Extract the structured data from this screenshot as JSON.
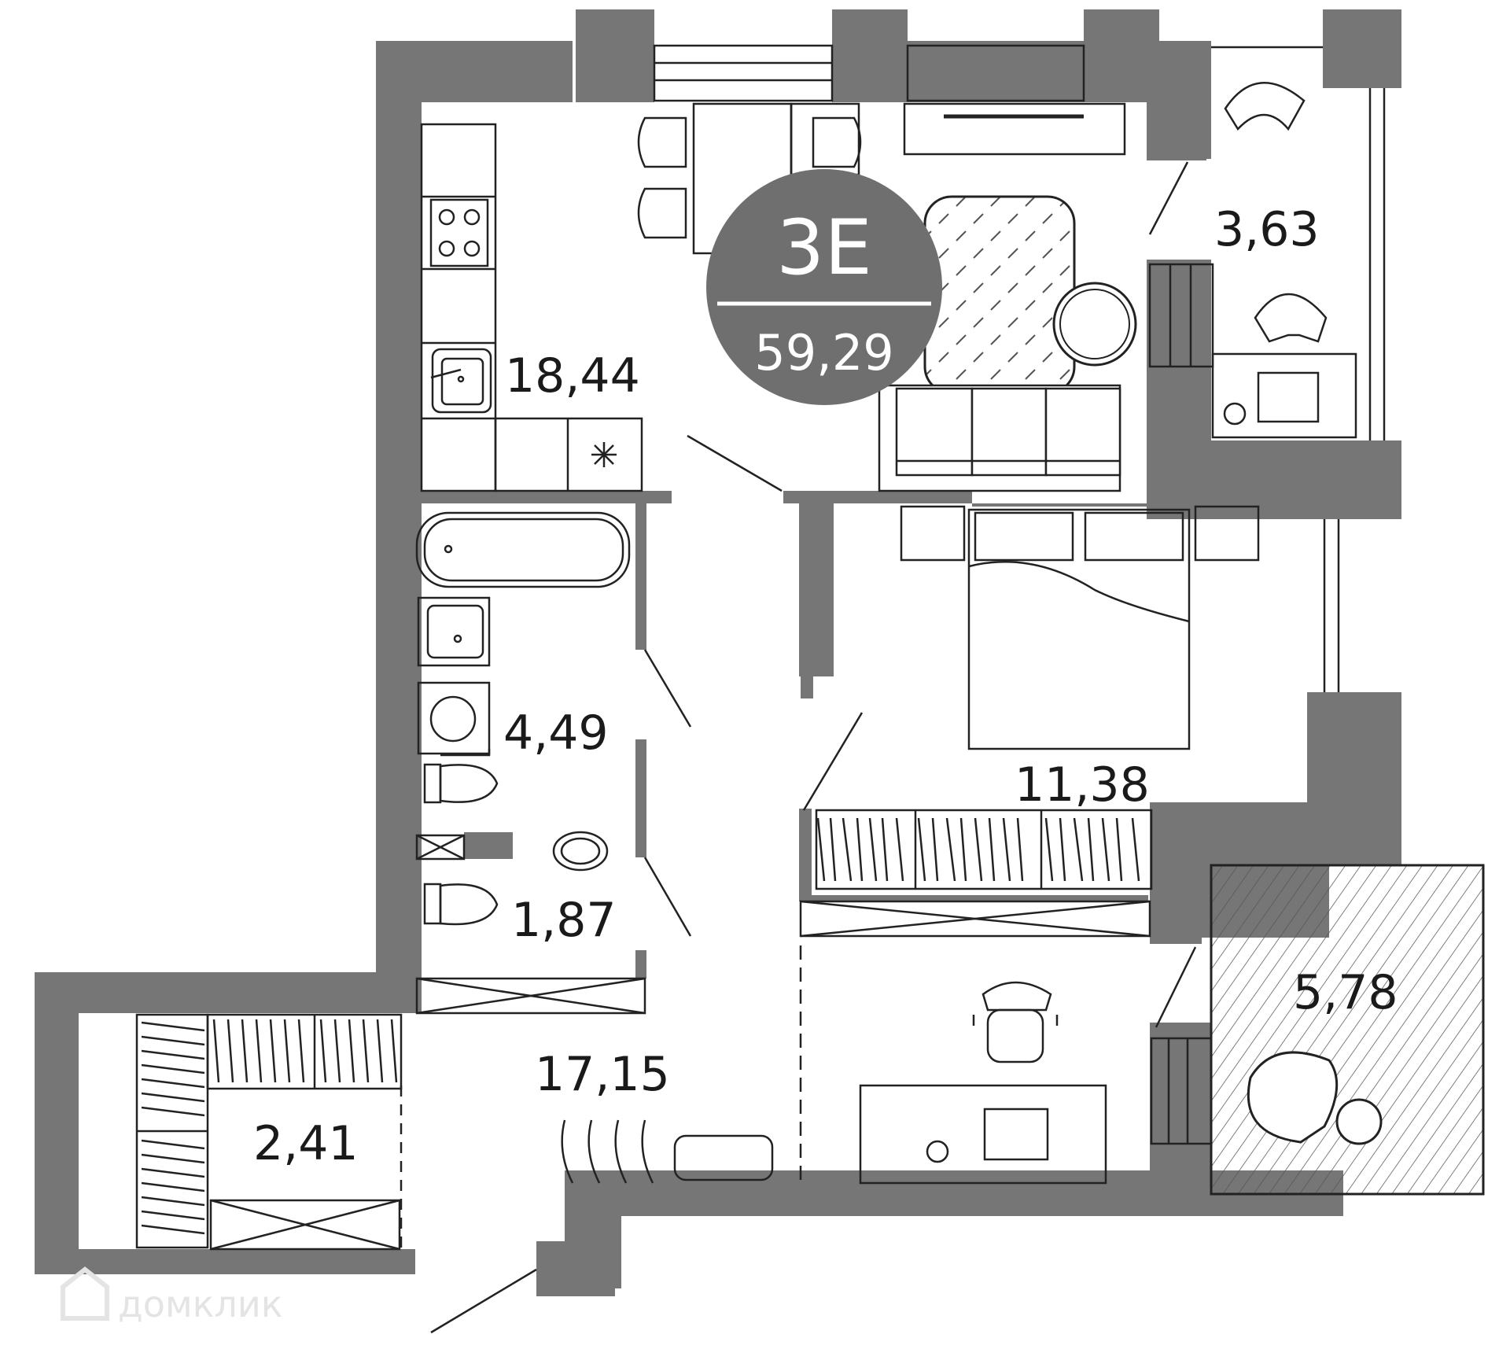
{
  "plan": {
    "badge": {
      "code": "3E",
      "total_area": "59,29",
      "color": "#6f6f6f"
    },
    "rooms": [
      {
        "id": "kitchen-living",
        "area": "18,44"
      },
      {
        "id": "balcony-top",
        "area": "3,63"
      },
      {
        "id": "bathroom",
        "area": "4,49"
      },
      {
        "id": "toilet",
        "area": "1,87"
      },
      {
        "id": "bedroom",
        "area": "11,38"
      },
      {
        "id": "balcony-right",
        "area": "5,78"
      },
      {
        "id": "hallway",
        "area": "17,15"
      },
      {
        "id": "wardrobe",
        "area": "2,41"
      }
    ],
    "watermark": "домклик",
    "colors": {
      "wall": "#767676",
      "line": "#222222",
      "background": "#ffffff"
    }
  }
}
